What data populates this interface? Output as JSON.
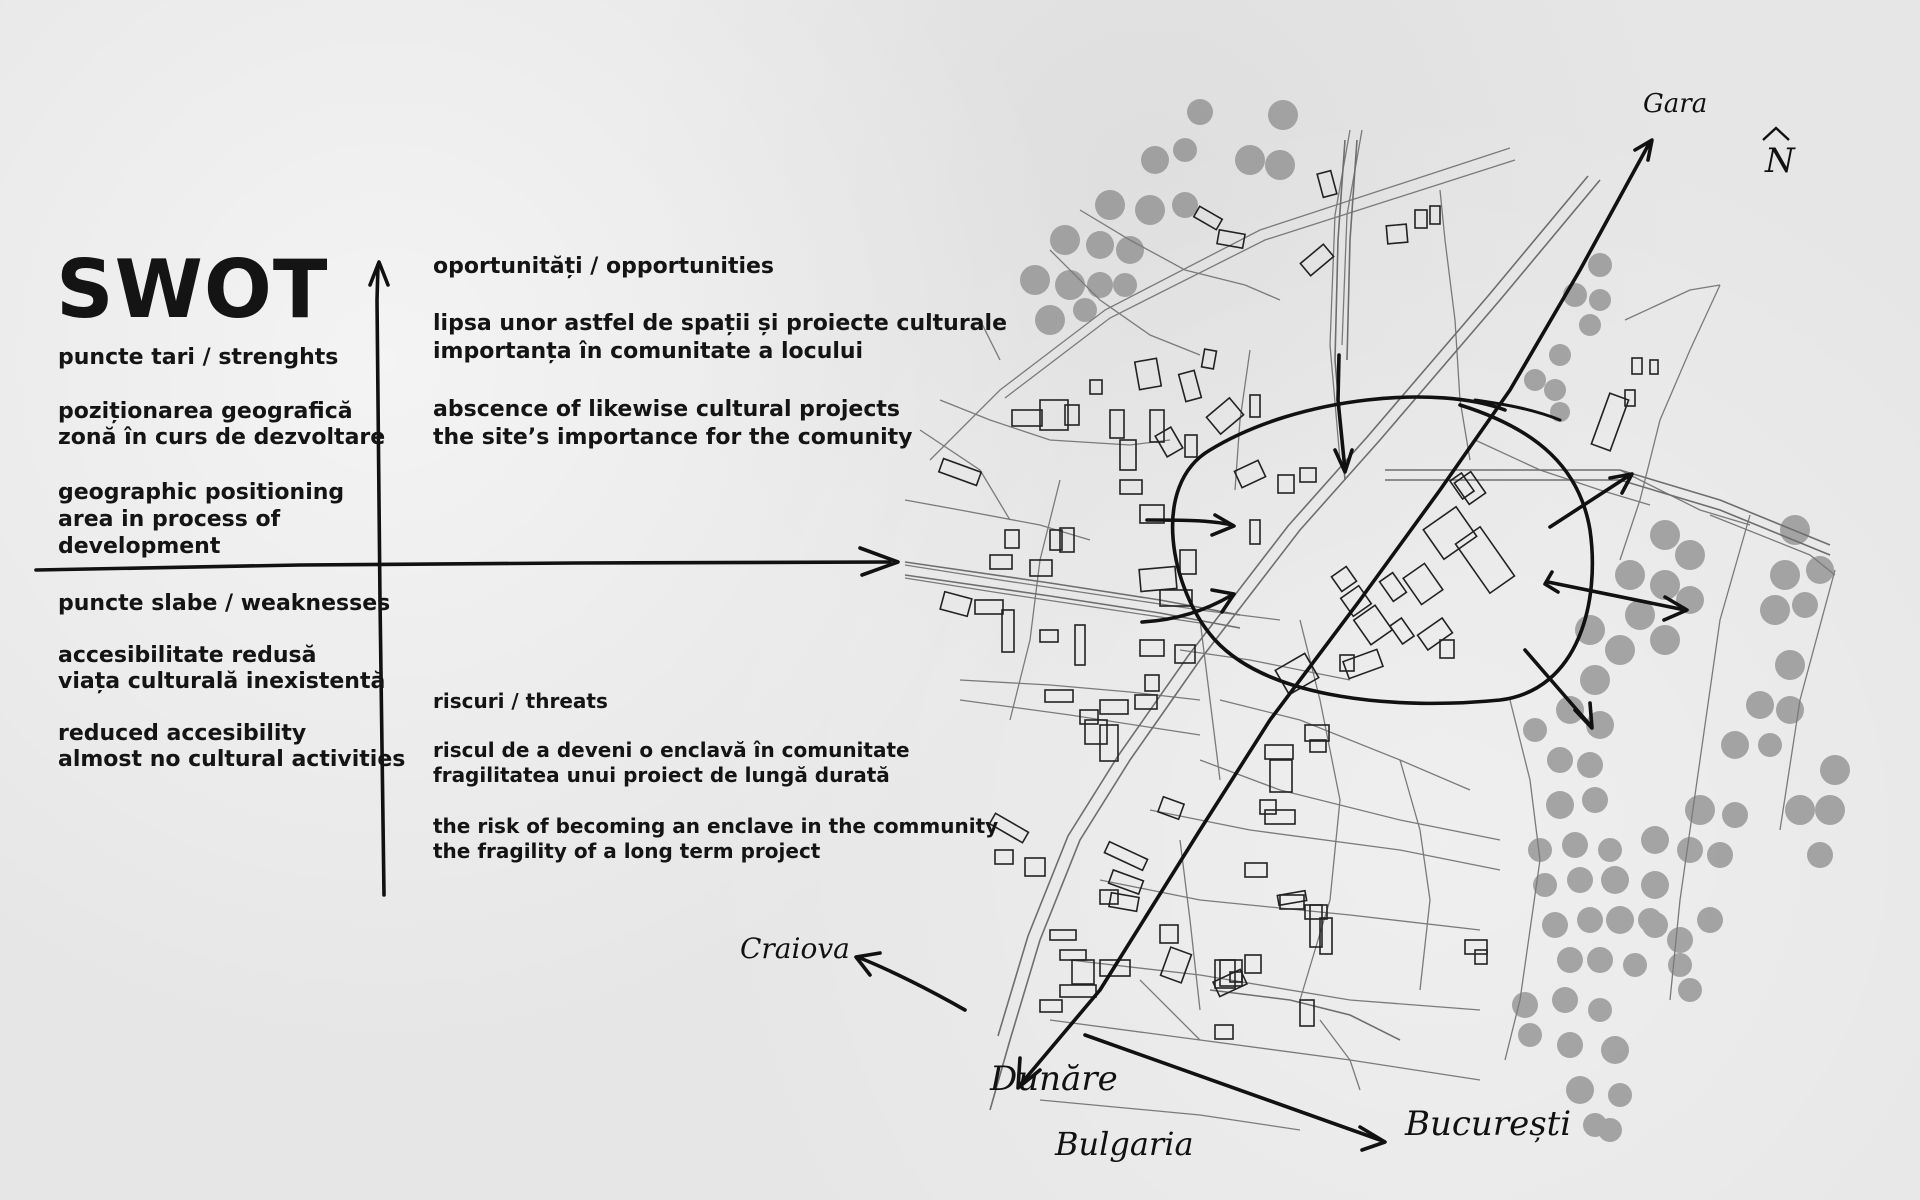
{
  "title": "SWOT",
  "strengths": {
    "heading": "puncte tari / strenghts",
    "ro": [
      "poziționarea geografică",
      "zonă în curs de dezvoltare"
    ],
    "en": [
      "geographic positioning",
      "area in process of",
      "development"
    ]
  },
  "weaknesses": {
    "heading": "puncte slabe / weaknesses",
    "ro": [
      "accesibilitate redusă",
      "viața culturală inexistentă"
    ],
    "en": [
      "reduced accesibility",
      "almost no cultural activities"
    ]
  },
  "opportunities": {
    "heading": "oportunități / opportunities",
    "ro": [
      "lipsa unor astfel de spații și proiecte culturale",
      "importanța în comunitate a  locului"
    ],
    "en": [
      "abscence of likewise cultural projects",
      "the site’s importance for the comunity"
    ]
  },
  "threats": {
    "heading": "riscuri / threats",
    "ro": [
      "riscul de a deveni o enclavă în comunitate",
      "fragilitatea unui proiect de lungă durată"
    ],
    "en": [
      "the risk of becoming an enclave in the community",
      "the fragility of a long term project"
    ]
  },
  "map_labels": {
    "north": "N",
    "north_road": "Gara",
    "west_road": "Craiova",
    "south_1": "Dunăre",
    "south_2": "Bulgaria",
    "east_road": "București"
  }
}
